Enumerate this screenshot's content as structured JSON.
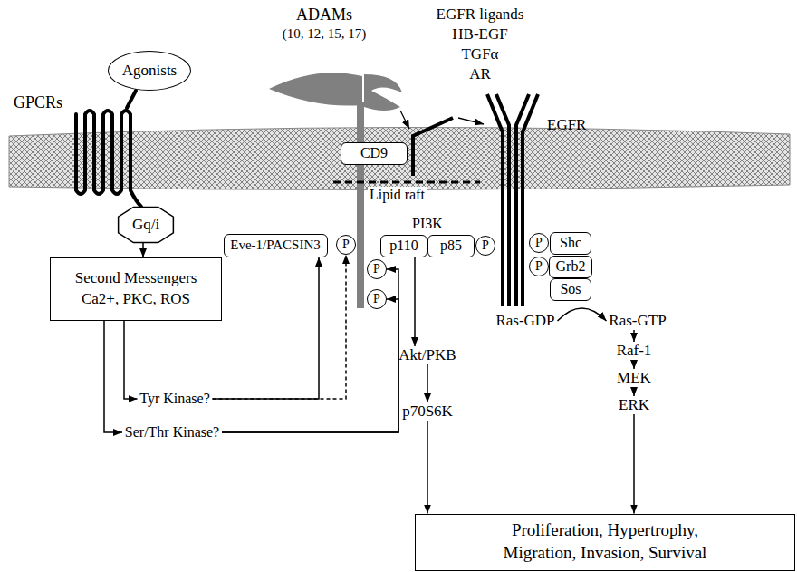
{
  "diagram": {
    "nodes": [
      {
        "text": [
          "Agonists"
        ]
      },
      {
        "text": [
          "CD9"
        ]
      },
      {
        "text": [
          "Gq/i"
        ]
      },
      {
        "text": [
          "Eve-1/PACSIN3"
        ]
      },
      {
        "text": [
          "P"
        ]
      },
      {
        "text": [
          "p110"
        ]
      },
      {
        "text": [
          "p85"
        ]
      },
      {
        "text": [
          "P"
        ]
      },
      {
        "text": [
          "P"
        ]
      },
      {
        "text": [
          "Shc"
        ]
      },
      {
        "text": [
          "P"
        ]
      },
      {
        "text": [
          "Grb2"
        ]
      },
      {
        "text": [
          "Sos"
        ]
      },
      {
        "text": [
          "Second Messengers Ca2+, PKC, ROS"
        ]
      },
      {
        "text": [
          "Ras-GDP"
        ]
      },
      {
        "text": [
          "Ras-GTP"
        ]
      },
      {
        "text": [
          "P"
        ]
      },
      {
        "text": [
          "P"
        ]
      },
      {
        "text": [
          "Akt/PKB"
        ]
      },
      {
        "text": [
          "Raf-1"
        ]
      },
      {
        "text": [
          "MEK"
        ]
      },
      {
        "text": [
          "ERK"
        ]
      },
      {
        "text": [
          "Tyr Kinase?"
        ]
      },
      {
        "text": [
          "p70S6K"
        ]
      },
      {
        "text": [
          "Ser/Thr Kinase?"
        ]
      },
      {
        "text": [
          "Proliferation, Hypertrophy, Migration, Invasion, Survival"
        ]
      }
    ],
    "edges": [
      {
        "from": 2,
        "to": 13,
        "arrow": "to"
      },
      {
        "from": 13,
        "to": 22,
        "arrow": "to"
      },
      {
        "from": 13,
        "to": 24,
        "arrow": "to"
      },
      {
        "from": 22,
        "to": 3,
        "arrow": "to"
      },
      {
        "from": 22,
        "to": 4,
        "arrow": "to"
      },
      {
        "from": 24,
        "to": 16,
        "arrow": "to"
      },
      {
        "from": 24,
        "to": 17,
        "arrow": "to"
      },
      {
        "from": 5,
        "to": 18,
        "arrow": "to"
      },
      {
        "from": 18,
        "to": 23,
        "arrow": "to"
      },
      {
        "from": 23,
        "to": 25,
        "arrow": "to"
      },
      {
        "from": 14,
        "to": 15,
        "arrow": "to"
      },
      {
        "from": 15,
        "to": 19,
        "arrow": "to"
      },
      {
        "from": 19,
        "to": 20,
        "arrow": "to"
      },
      {
        "from": 20,
        "to": 21,
        "arrow": "to"
      },
      {
        "from": 21,
        "to": 25,
        "arrow": "to"
      }
    ],
    "labels": [
      "GPCRs",
      "ADAMs",
      "(10, 12, 15, 17)",
      "EGFR ligands",
      "HB-EGF",
      "TGFα",
      "AR",
      "EGFR",
      "Lipid raft",
      "PI3K"
    ]
  }
}
